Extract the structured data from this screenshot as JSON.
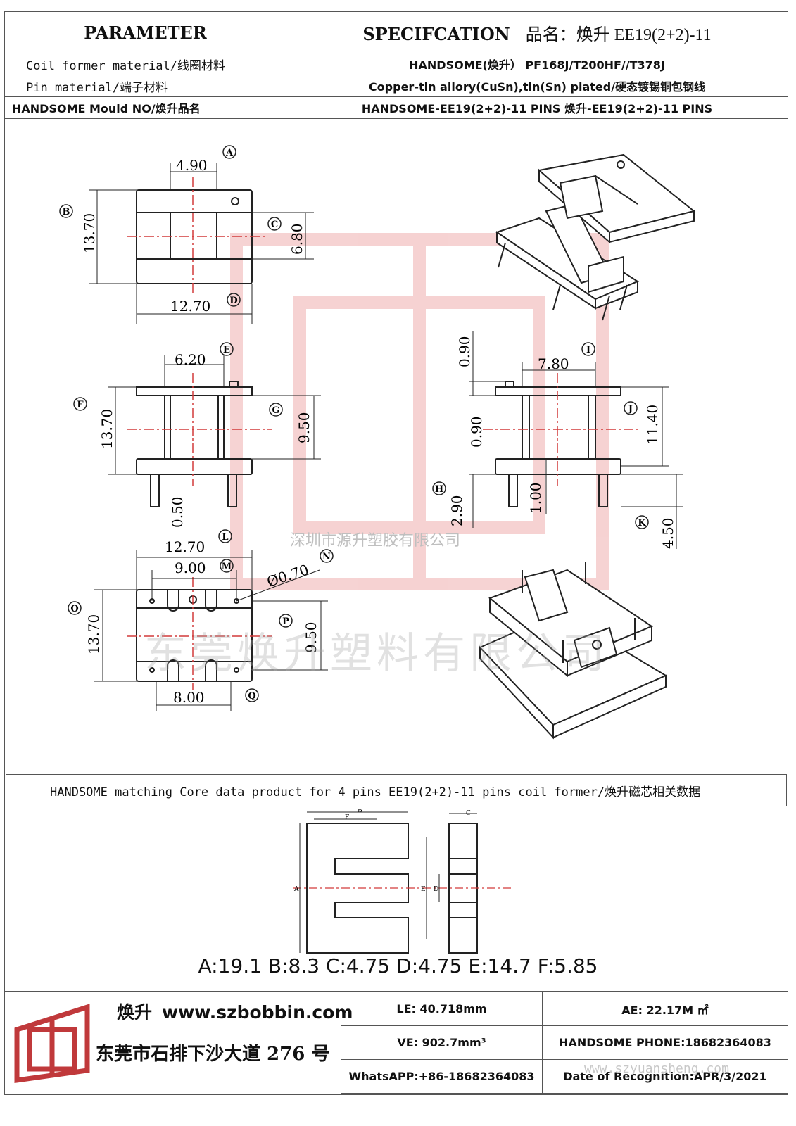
{
  "header": {
    "parameter_label": "PARAMETER",
    "spec_label": "SPECIFCATION",
    "product_name": "品名：焕升 EE19(2+2)-11"
  },
  "rows": [
    {
      "param": "Coil former material/线圈材料",
      "value": "HANDSOME(焕升）  PF168J/T200HF//T378J"
    },
    {
      "param": "Pin material/端子材料",
      "value": "Copper-tin allory(CuSn),tin(Sn) plated/硬态镀锡铜包钢线"
    },
    {
      "param": "HANDSOME Mould NO/焕升品名",
      "value": "HANDSOME-EE19(2+2)-11 PINS    焕升-EE19(2+2)-11 PINS"
    }
  ],
  "dims": {
    "A": "4.90",
    "B": "13.70",
    "C": "6.80",
    "D": "12.70",
    "E": "6.20",
    "F": "13.70",
    "G": "9.50",
    "pin_gap": "0.50",
    "I": "7.80",
    "top_090": "0.90",
    "mid_090": "0.90",
    "J": "11.40",
    "H": "2.90",
    "pin_100": "1.00",
    "K": "4.50",
    "L": "12.70",
    "M": "9.00",
    "N": "Ø0.70",
    "O": "13.70",
    "P": "9.50",
    "Q": "8.00"
  },
  "letters": [
    "A",
    "B",
    "C",
    "D",
    "E",
    "F",
    "G",
    "H",
    "I",
    "J",
    "K",
    "L",
    "M",
    "N",
    "O",
    "P",
    "Q"
  ],
  "watermarks": {
    "small": "深圳市源升塑胶有限公司",
    "large": "东莞焕升塑料有限公司",
    "url": "www.szyuansheng.com"
  },
  "core_band": "HANDSOME matching Core data  product for 4 pins EE19(2+2)-11 pins coil former/焕升磁芯相关数据",
  "core_dims": "A:19.1 B:8.3 C:4.75 D:4.75 E:14.7 F:5.85",
  "core_labels": {
    "A": "A",
    "B": "B",
    "C": "C",
    "D": "D",
    "E": "E",
    "F": "F"
  },
  "footer": {
    "brand_cn": "焕升",
    "website": "www.szbobbin.com",
    "address": "东莞市石排下沙大道 276 号",
    "le": "LE:    40.718mm",
    "ae": "AE: 22.17M ㎡",
    "ve": "VE:    902.7mm³",
    "phone": "HANDSOME PHONE:18682364083",
    "whatsapp": "WhatsAPP:+86-18682364083",
    "date": "Date of Recognition:APR/3/2021"
  },
  "colors": {
    "line": "#222222",
    "center_line": "#d23a3a",
    "watermark_red": "#e8b4b4"
  }
}
